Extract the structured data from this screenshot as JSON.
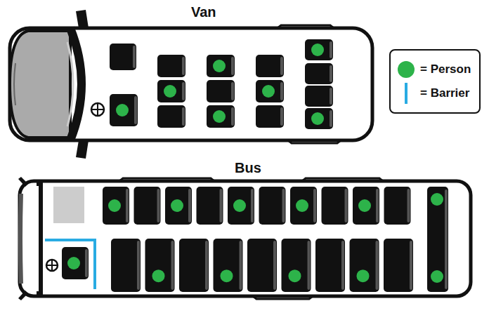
{
  "diagram": {
    "labels": [
      "Van",
      "Bus"
    ],
    "legend": [
      {
        "text": "= Person",
        "color": "#2db34a"
      },
      {
        "text": "= Barrier"
      }
    ]
  }
}
